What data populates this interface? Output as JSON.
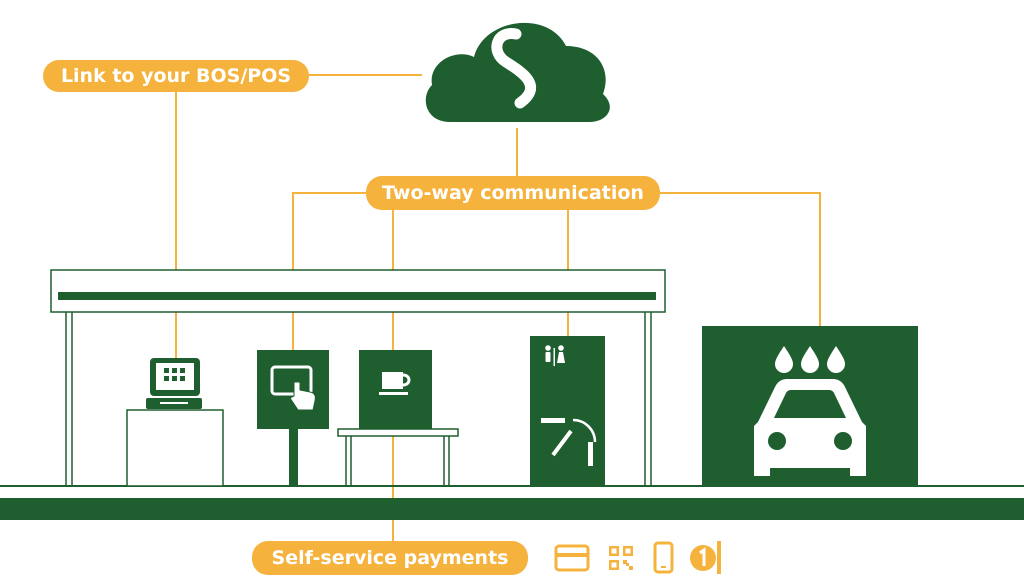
{
  "labels": {
    "bos_pos": "Link to your BOS/POS",
    "two_way": "Two-way communication",
    "self_service": "Self-service payments"
  },
  "icons": {
    "cloud": "cloud-logo-icon",
    "pos": "pos-terminal-icon",
    "touch": "touch-screen-kiosk-icon",
    "coffee": "coffee-cup-icon",
    "restroom": "restroom-icon",
    "gate": "turnstile-gate-icon",
    "carwash": "car-wash-icon",
    "card": "credit-card-icon",
    "qr": "qr-code-icon",
    "phone": "mobile-phone-icon",
    "token": "coin-token-icon"
  },
  "colors": {
    "green": "#1e5e2f",
    "orange": "#f5b23c",
    "white": "#ffffff"
  }
}
